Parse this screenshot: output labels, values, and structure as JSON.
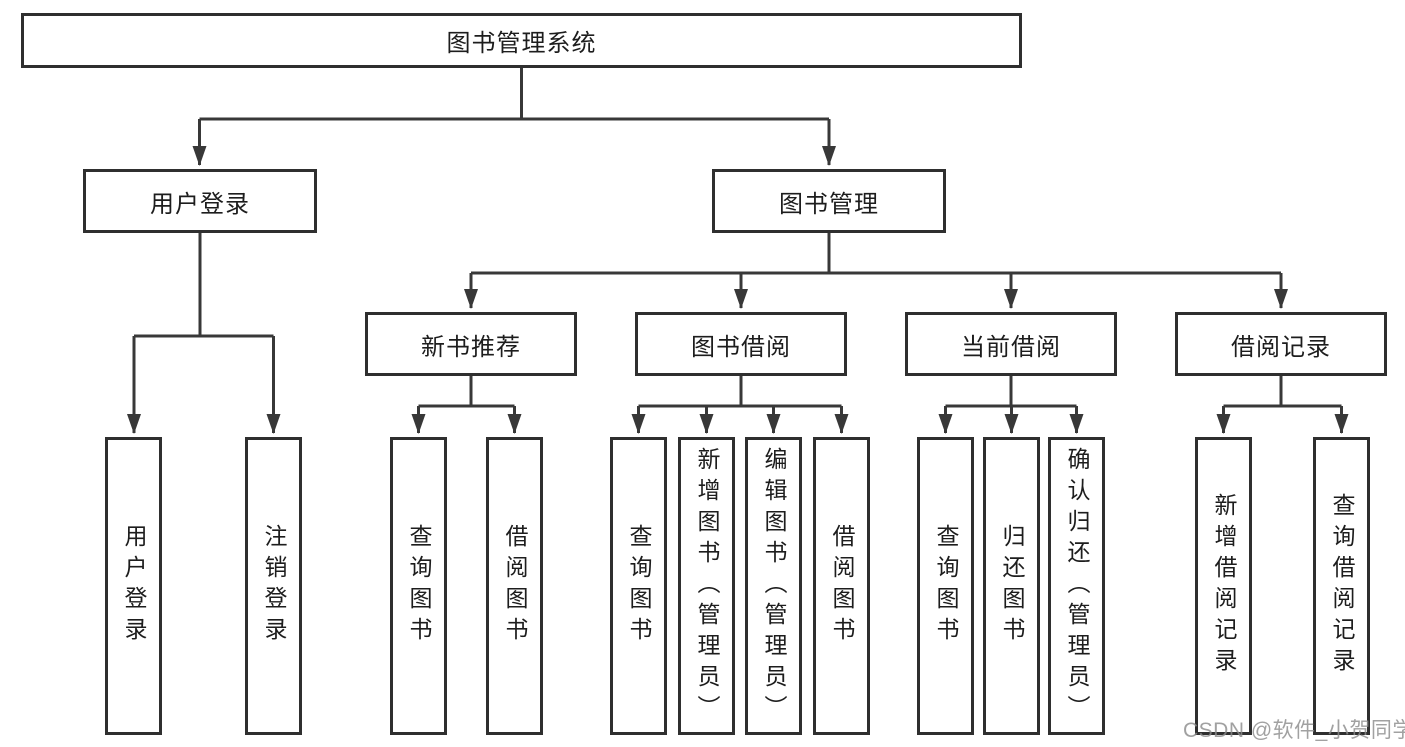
{
  "diagram": {
    "kind": "hierarchy-tree",
    "colors": {
      "line": "#383838",
      "box_border": "#2f2f2f",
      "box_fill": "#ffffff",
      "text": "#1d1d1d",
      "watermark": "#8c8c8c",
      "background": "#ffffff"
    }
  },
  "tree": {
    "label": "图书管理系统",
    "children": [
      {
        "label": "用户登录",
        "children": [
          {
            "label": "用户登录"
          },
          {
            "label": "注销登录"
          }
        ]
      },
      {
        "label": "图书管理",
        "children": [
          {
            "label": "新书推荐",
            "children": [
              {
                "label": "查询图书"
              },
              {
                "label": "借阅图书"
              }
            ]
          },
          {
            "label": "图书借阅",
            "children": [
              {
                "label": "查询图书"
              },
              {
                "label": "新增图书（管理员）"
              },
              {
                "label": "编辑图书（管理员）"
              },
              {
                "label": "借阅图书"
              }
            ]
          },
          {
            "label": "当前借阅",
            "children": [
              {
                "label": "查询图书"
              },
              {
                "label": "归还图书"
              },
              {
                "label": "确认归还（管理员）"
              }
            ]
          },
          {
            "label": "借阅记录",
            "children": [
              {
                "label": "新增借阅记录"
              },
              {
                "label": "查询借阅记录"
              }
            ]
          }
        ]
      }
    ]
  },
  "watermark": {
    "text": "CSDN @软件_小贺同学"
  }
}
